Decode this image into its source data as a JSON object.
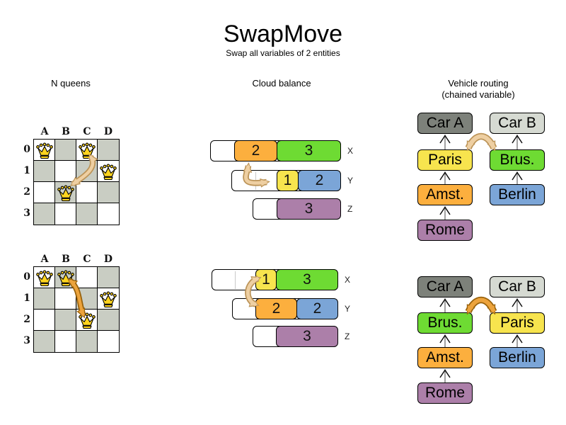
{
  "title": "SwapMove",
  "subtitle": "Swap all variables of 2 entities",
  "sections": {
    "nqueens": {
      "heading": "N queens"
    },
    "cloud": {
      "heading": "Cloud balance"
    },
    "vehicle": {
      "heading": "Vehicle routing",
      "heading2": "(chained variable)"
    }
  },
  "colors": {
    "board_dark": "#c9cdc3",
    "board_light": "#ffffff",
    "queen_gold": "#ffd41f",
    "arrow_tan_fill": "#eecfa2",
    "arrow_tan_edge": "#bc9458",
    "arrow_orange_fill": "#eca33c",
    "arrow_orange_edge": "#97610b",
    "process_orange": "#fcaf3e",
    "process_green": "#6edb33",
    "process_yellow": "#f7e44e",
    "process_blue": "#7ba5d7",
    "process_purple": "#ac7fa9",
    "car_a_gray": "#7d817a",
    "car_b_gray": "#d6dad2",
    "connector_line": "#8a8a8a",
    "connector_chevron": "#101010"
  },
  "nqueens": {
    "columns": [
      "A",
      "B",
      "C",
      "D"
    ],
    "rows": [
      "0",
      "1",
      "2",
      "3"
    ],
    "boards": [
      {
        "queens": [
          [
            0,
            0
          ],
          [
            2,
            0
          ],
          [
            3,
            1
          ],
          [
            1,
            2
          ]
        ],
        "swap": {
          "from": "C0",
          "to": "B2"
        },
        "arrow": "tan"
      },
      {
        "queens": [
          [
            0,
            0
          ],
          [
            1,
            0
          ],
          [
            3,
            1
          ],
          [
            2,
            2
          ]
        ],
        "swap": {
          "from": "B0",
          "to": "C2"
        },
        "arrow": "orange"
      }
    ]
  },
  "cloud": {
    "states": [
      {
        "rows": [
          {
            "label": "X",
            "capacity": 6,
            "processes": [
              {
                "value": "2",
                "color": "process_orange"
              },
              {
                "value": "3",
                "color": "process_green"
              }
            ]
          },
          {
            "label": "Y",
            "capacity": 5,
            "processes": [
              {
                "value": "1",
                "color": "process_yellow"
              },
              {
                "value": "2",
                "color": "process_blue"
              }
            ]
          },
          {
            "label": "Z",
            "capacity": 4,
            "processes": [
              {
                "value": "3",
                "color": "process_purple"
              }
            ]
          }
        ],
        "arrow": "tan"
      },
      {
        "rows": [
          {
            "label": "X",
            "capacity": 6,
            "processes": [
              {
                "value": "1",
                "color": "process_yellow"
              },
              {
                "value": "3",
                "color": "process_green"
              }
            ]
          },
          {
            "label": "Y",
            "capacity": 5,
            "processes": [
              {
                "value": "2",
                "color": "process_orange"
              },
              {
                "value": "2",
                "color": "process_blue"
              }
            ]
          },
          {
            "label": "Z",
            "capacity": 4,
            "processes": [
              {
                "value": "3",
                "color": "process_purple"
              }
            ]
          }
        ],
        "arrow": "tan"
      }
    ]
  },
  "vehicle": {
    "states": [
      {
        "chains": [
          {
            "boxes": [
              {
                "label": "Car A",
                "color": "car_a_gray"
              },
              {
                "label": "Paris",
                "color": "process_yellow"
              },
              {
                "label": "Amst.",
                "color": "process_orange"
              },
              {
                "label": "Rome",
                "color": "process_purple"
              }
            ]
          },
          {
            "boxes": [
              {
                "label": "Car B",
                "color": "car_b_gray"
              },
              {
                "label": "Brus.",
                "color": "process_green"
              },
              {
                "label": "Berlin",
                "color": "process_blue"
              }
            ]
          }
        ],
        "swap": {
          "a": "Paris",
          "b": "Brus."
        },
        "arrow": "tan"
      },
      {
        "chains": [
          {
            "boxes": [
              {
                "label": "Car A",
                "color": "car_a_gray"
              },
              {
                "label": "Brus.",
                "color": "process_green"
              },
              {
                "label": "Amst.",
                "color": "process_orange"
              },
              {
                "label": "Rome",
                "color": "process_purple"
              }
            ]
          },
          {
            "boxes": [
              {
                "label": "Car B",
                "color": "car_b_gray"
              },
              {
                "label": "Paris",
                "color": "process_yellow"
              },
              {
                "label": "Berlin",
                "color": "process_blue"
              }
            ]
          }
        ],
        "swap": {
          "a": "Brus.",
          "b": "Paris"
        },
        "arrow": "orange"
      }
    ]
  }
}
